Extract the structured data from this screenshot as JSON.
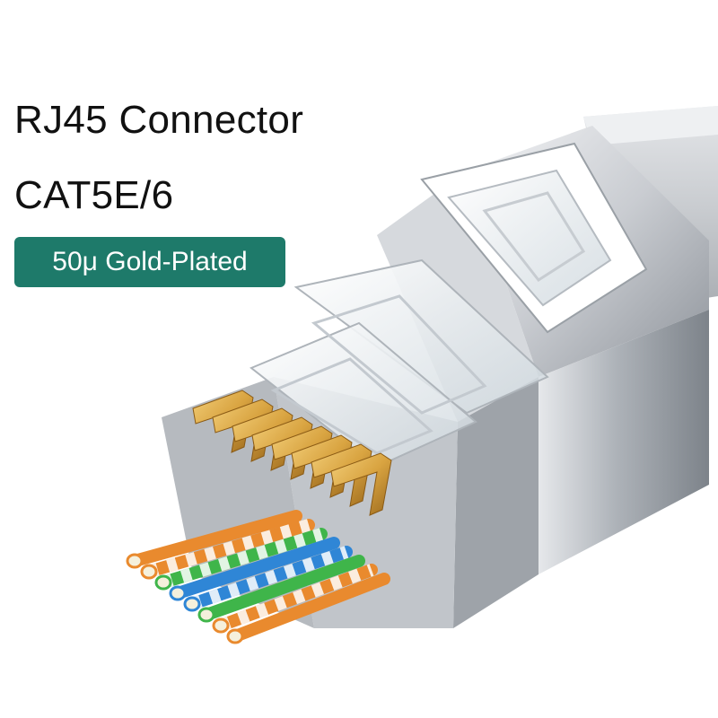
{
  "title_line_1": "RJ45 Connector",
  "title_line_2": "CAT5E/6",
  "badge_text": "50μ Gold-Plated",
  "colors": {
    "badge_background": "#1e7a6a",
    "contact_gold": "#d9a441",
    "shield_metal": "#b8bcc2",
    "cable_jacket": "#cfd2d6"
  },
  "wires": [
    {
      "color": "#e98a2e",
      "striped": false
    },
    {
      "color": "#e98a2e",
      "striped": true
    },
    {
      "color": "#3fb54a",
      "striped": true
    },
    {
      "color": "#2f86d6",
      "striped": false
    },
    {
      "color": "#2f86d6",
      "striped": true
    },
    {
      "color": "#3fb54a",
      "striped": false
    },
    {
      "color": "#e98a2e",
      "striped": true
    },
    {
      "color": "#e98a2e",
      "striped": false
    }
  ]
}
